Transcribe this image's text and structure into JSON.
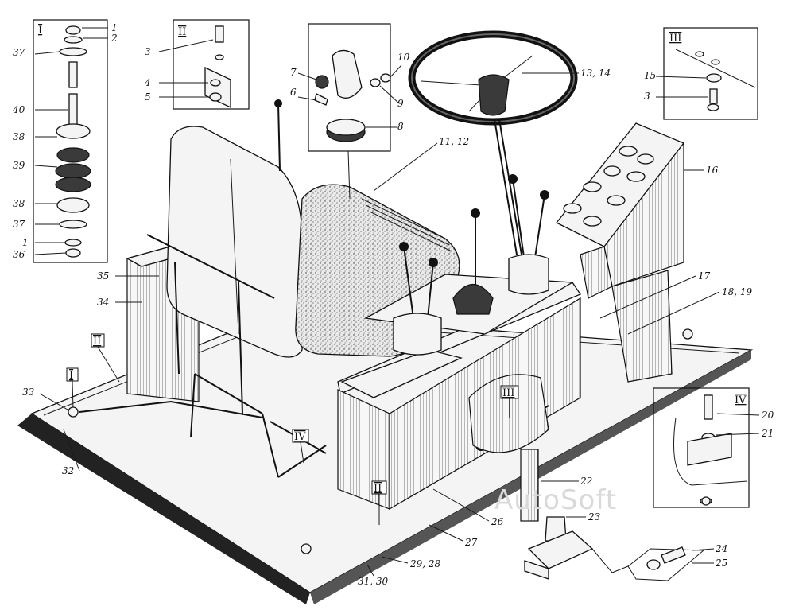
{
  "callouts": {
    "insets": {
      "I": {
        "roman": "I",
        "labels": [
          "1",
          "2",
          "37",
          "40",
          "38",
          "39",
          "38",
          "37",
          "1",
          "36"
        ]
      },
      "II": {
        "roman": "II",
        "labels": [
          "3",
          "4",
          "5"
        ]
      },
      "detail": {
        "labels": [
          "7",
          "6",
          "10",
          "9",
          "8"
        ]
      },
      "III": {
        "roman": "III",
        "labels": [
          "15",
          "3"
        ]
      },
      "IV": {
        "roman": "IV",
        "labels": [
          "20",
          "21"
        ]
      }
    },
    "main": {
      "steering_wheel": "13, 14",
      "seat": "11, 12",
      "instrument_panel": "16",
      "item_17": "17",
      "item_18_19": "18, 19",
      "item_35": "35",
      "item_34": "34",
      "item_33": "33",
      "item_32": "32",
      "item_22": "22",
      "item_23": "23",
      "item_26": "26",
      "item_27": "27",
      "item_29_28": "29, 28",
      "item_31_30": "31, 30",
      "item_24": "24",
      "item_25": "25"
    },
    "view_markers": [
      "II",
      "I",
      "IV",
      "II",
      "III"
    ]
  },
  "watermark": "AutoSoft"
}
